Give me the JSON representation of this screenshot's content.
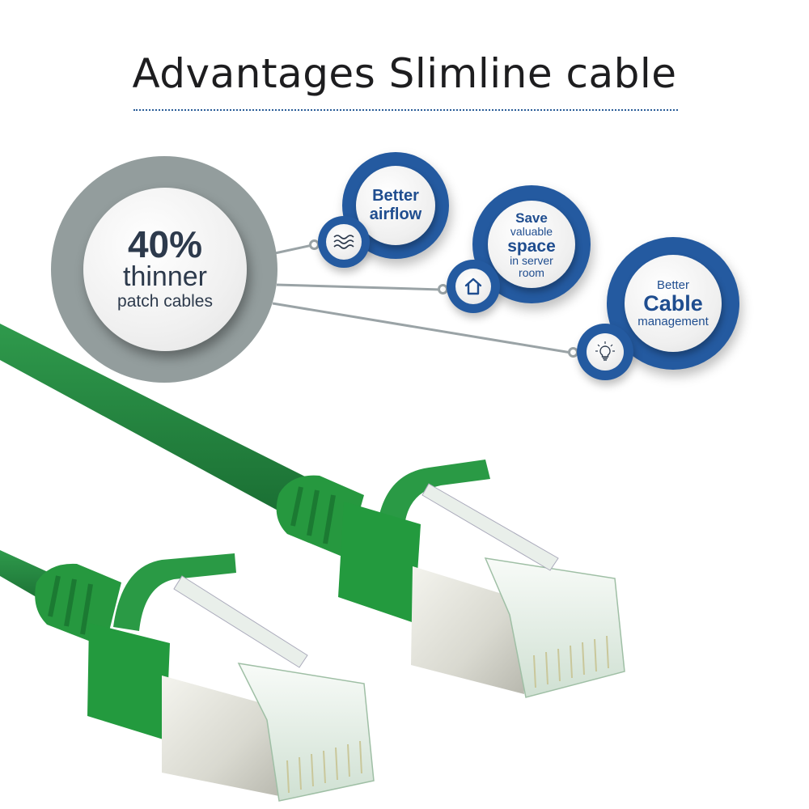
{
  "header": {
    "title": "Advantages Slimline cable"
  },
  "main_badge": {
    "percent": "40%",
    "line1": "thinner",
    "line2": "patch cables"
  },
  "benefits": [
    {
      "icon": "airflow-waves-icon",
      "lines": [
        "Better",
        "airflow"
      ]
    },
    {
      "icon": "house-icon",
      "lines": [
        "Save",
        "valuable",
        "space",
        "in server",
        "room"
      ]
    },
    {
      "icon": "lightbulb-icon",
      "lines": [
        "Better",
        "Cable",
        "management"
      ]
    }
  ],
  "colors": {
    "accent_blue": "#245aa0",
    "text_blue": "#1f4d8f",
    "badge_grey": "#939d9d",
    "badge_text": "#2d3a4c",
    "cable_green": "#1f8a3a",
    "connector_line": "#9aa3a6"
  }
}
